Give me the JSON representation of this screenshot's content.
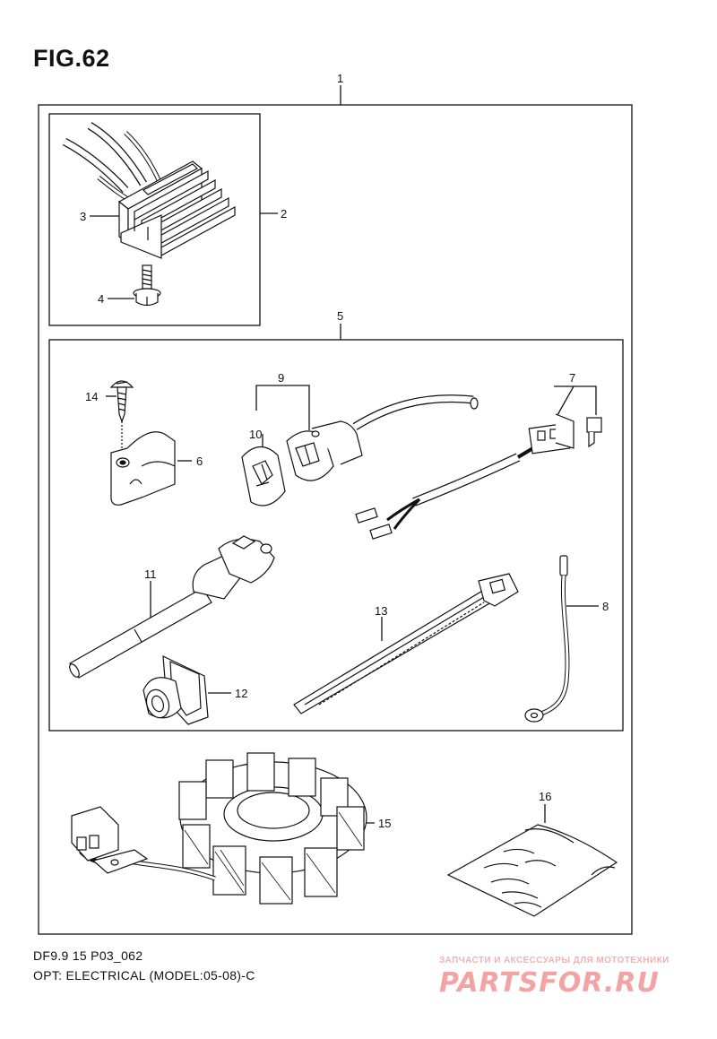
{
  "figure": {
    "title": "FIG.62",
    "code": "DF9.9 15 P03_062",
    "caption": "OPT: ELECTRICAL (MODEL:05-08)-C"
  },
  "watermark": {
    "tagline": "ЗАПЧАСТИ И АКСЕССУАРЫ ДЛЯ МОТОТЕХНИКИ",
    "logo": "PARTSFOR.RU",
    "color": "#f2a3a3"
  },
  "callouts": [
    "1",
    "2",
    "3",
    "4",
    "5",
    "6",
    "7",
    "8",
    "9",
    "10",
    "11",
    "12",
    "13",
    "14",
    "15",
    "16"
  ],
  "parts": [
    {
      "id": "rectifier",
      "icon": "rectifier-icon"
    },
    {
      "id": "bolt",
      "icon": "bolt-icon"
    },
    {
      "id": "clamp",
      "icon": "clamp-icon"
    },
    {
      "id": "screw",
      "icon": "screw-icon"
    },
    {
      "id": "connector-pair",
      "icon": "connector-icon"
    },
    {
      "id": "harness",
      "icon": "wire-harness-icon"
    },
    {
      "id": "wire",
      "icon": "wire-icon"
    },
    {
      "id": "grommet",
      "icon": "grommet-icon"
    },
    {
      "id": "tie-band",
      "icon": "cable-tie-icon"
    },
    {
      "id": "ground-wire",
      "icon": "ground-wire-icon"
    },
    {
      "id": "stator",
      "icon": "stator-coil-icon"
    },
    {
      "id": "grease-bag",
      "icon": "bag-icon"
    }
  ]
}
